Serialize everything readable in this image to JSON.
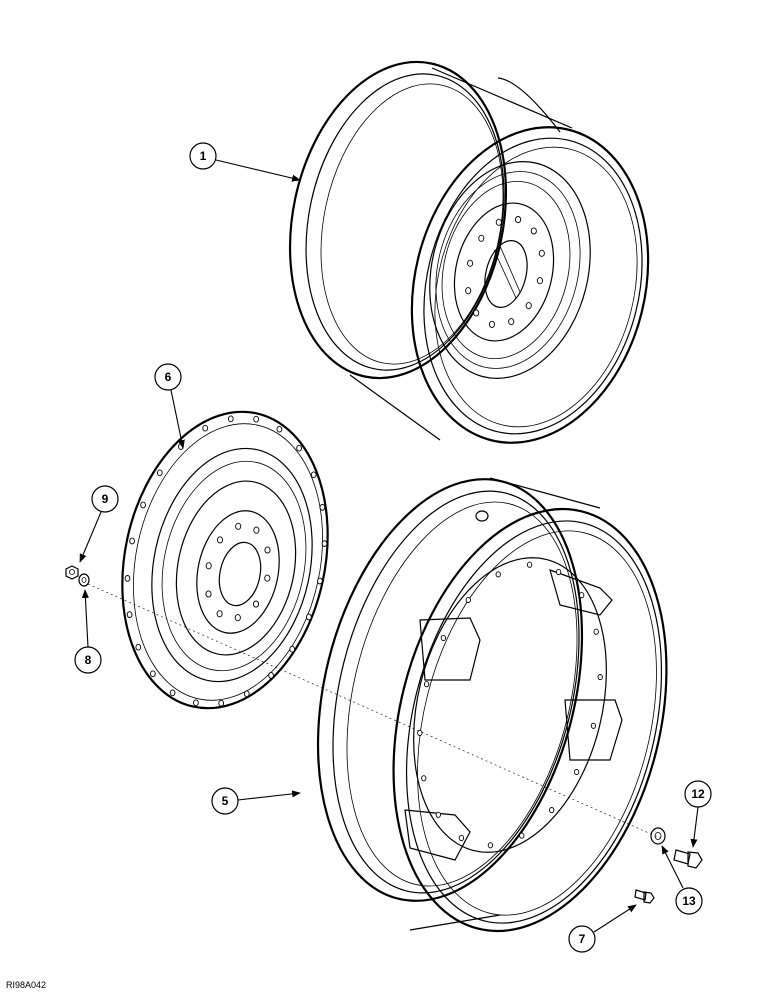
{
  "callouts": {
    "c1": "1",
    "c5": "5",
    "c6": "6",
    "c7": "7",
    "c8": "8",
    "c9": "9",
    "c12": "12",
    "c13": "13"
  },
  "drawing_ref": "RI98A042"
}
